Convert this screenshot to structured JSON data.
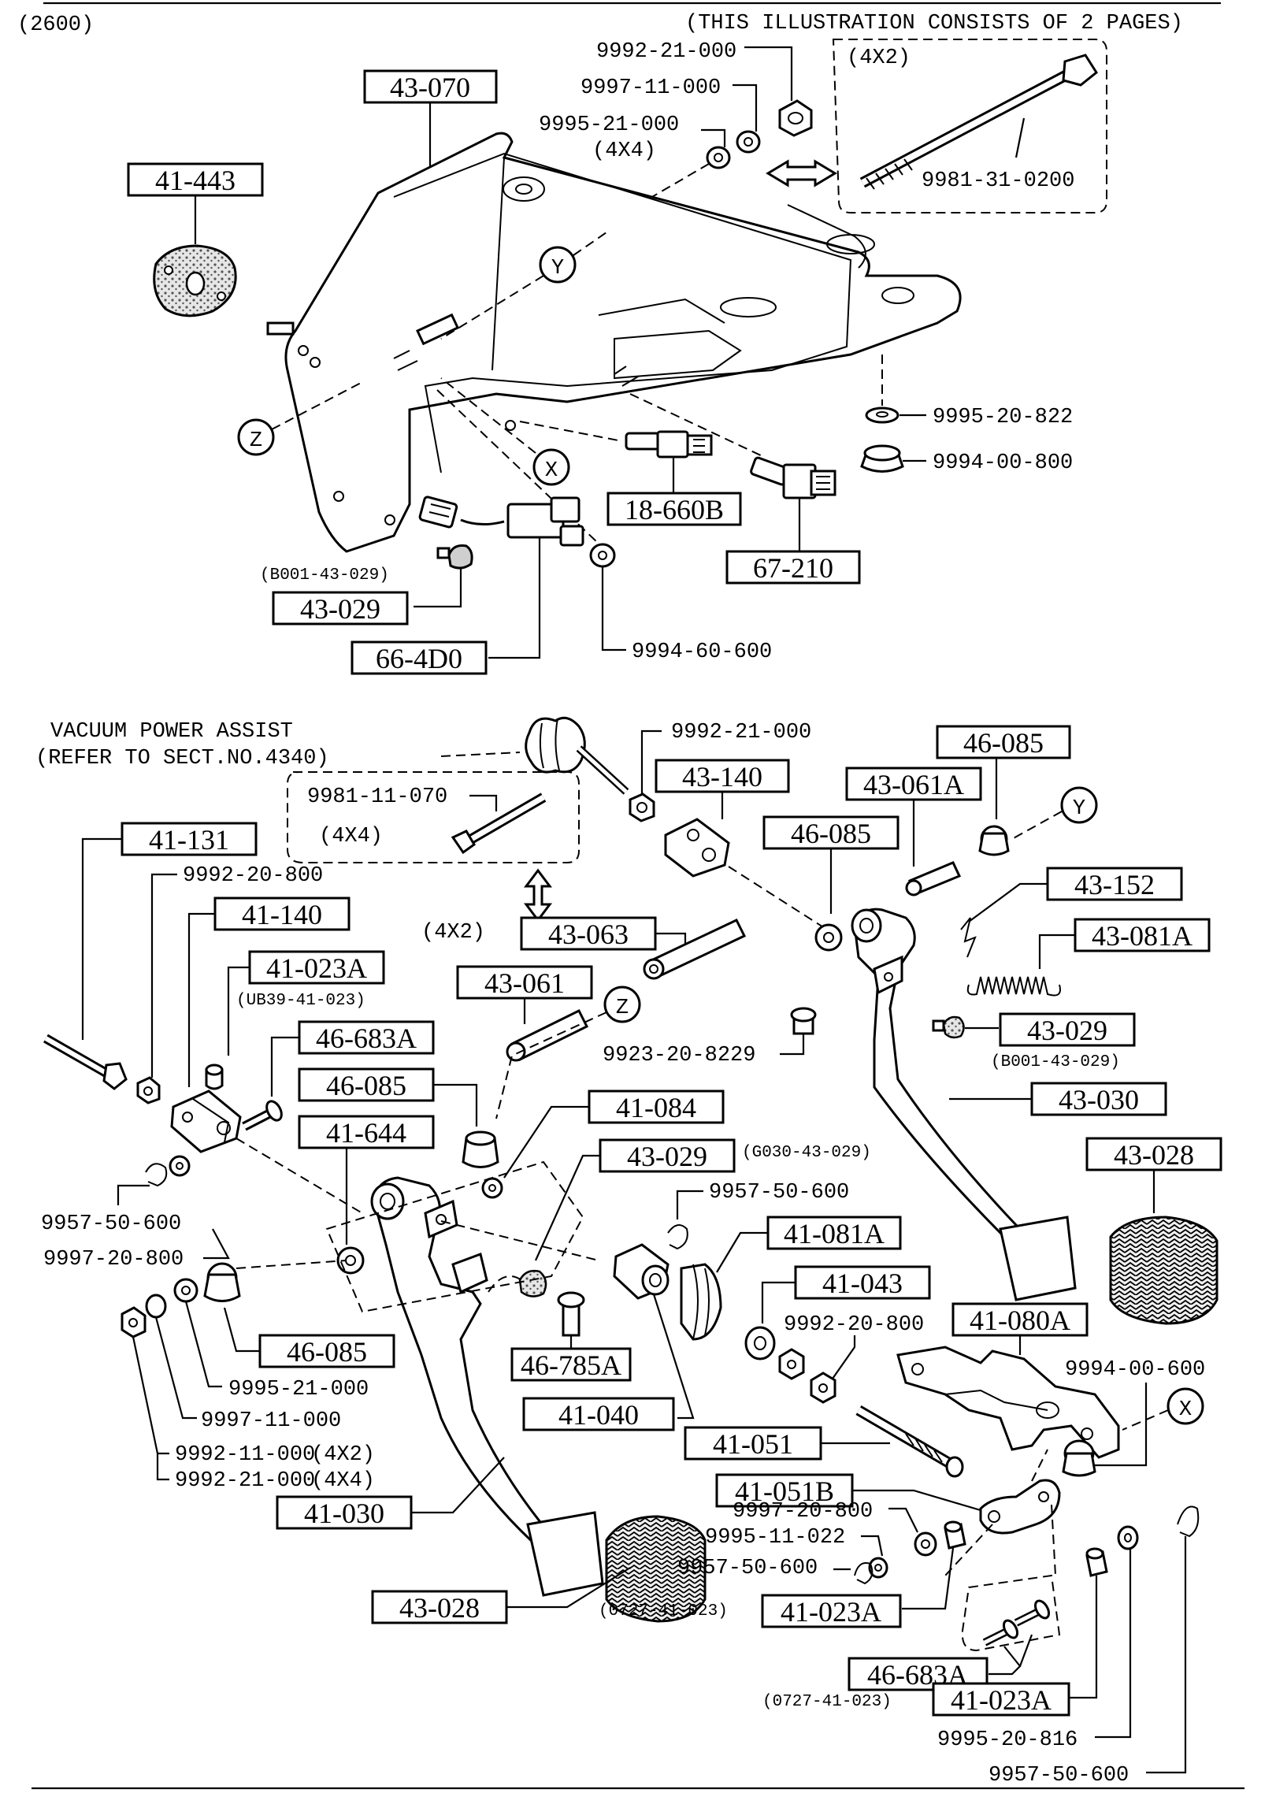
{
  "header": {
    "section_code": "(2600)",
    "note": "(THIS ILLUSTRATION CONSISTS OF  2 PAGES)"
  },
  "callouts": {
    "vacuum_line1": "VACUUM POWER ASSIST",
    "vacuum_line2": "(REFER TO SECT.NO.4340)"
  },
  "qty_notes": {
    "q_4x2_top": "(4X2)",
    "q_4x4_top": "(4X4)",
    "q_4x4_mid": "(4X4)",
    "q_4x2_mid": "(4X2)",
    "q_4x2_small": "(4X2)",
    "q_4x4_small": "(4X4)"
  },
  "ref_letters": {
    "x": "X",
    "y": "Y",
    "z": "Z"
  },
  "boxed_labels": {
    "b43070": "43-070",
    "b41443": "41-443",
    "b18660b": "18-660B",
    "b67210": "67-210",
    "b43029_top": "43-029",
    "b664d0": "66-4D0",
    "b41131": "41-131",
    "b43140": "43-140",
    "b46085_a": "46-085",
    "b43061a": "43-061A",
    "b46085_b": "46-085",
    "b43152": "43-152",
    "b41140": "41-140",
    "b43063": "43-063",
    "b43081a": "43-081A",
    "b41023a_a": "41-023A",
    "b43061": "43-061",
    "b46683a_a": "46-683A",
    "b43029_mid": "43-029",
    "b46085_c": "46-085",
    "b41084": "41-084",
    "b43030": "43-030",
    "b41644": "41-644",
    "b43029_low": "43-029",
    "b43028_a": "43-028",
    "b41081a": "41-081A",
    "b41043": "41-043",
    "b41080a": "41-080A",
    "b46085_d": "46-085",
    "b46785a": "46-785A",
    "b41040": "41-040",
    "b41051": "41-051",
    "b41051b": "41-051B",
    "b41030": "41-030",
    "b41023a_b": "41-023A",
    "b43028_b": "43-028",
    "b46683a_b": "46-683A",
    "b41023a_c": "41-023A"
  },
  "part_numbers": {
    "p9992_21_000_top": "9992-21-000",
    "p9997_11_000_top": "9997-11-000",
    "p9995_21_000_top": "9995-21-000",
    "p9981_31_0200": "9981-31-0200",
    "p9995_20_822": "9995-20-822",
    "p9994_00_800": "9994-00-800",
    "p9994_60_600": "9994-60-600",
    "p9992_21_000_mid": "9992-21-000",
    "p9981_11_070": "9981-11-070",
    "p9992_20_800_a": "9992-20-800",
    "p9923_20_8229": "9923-20-8229",
    "p9957_50_600_a": "9957-50-600",
    "p9957_50_600_b": "9957-50-600",
    "p9997_20_800_a": "9997-20-800",
    "p9992_20_800_b": "9992-20-800",
    "p9994_00_600": "9994-00-600",
    "p9995_21_000_low": "9995-21-000",
    "p9997_11_000_low": "9997-11-000",
    "p9992_11_000": "9992-11-000",
    "p9992_21_000_low": "9992-21-000",
    "p9997_20_800_b": "9997-20-800",
    "p9995_11_022": "9995-11-022",
    "p9957_50_600_c": "9957-50-600",
    "p9995_20_816": "9995-20-816",
    "p9957_50_600_d": "9957-50-600"
  },
  "alt_numbers": {
    "a_b001_top": "(B001-43-029)",
    "a_ub39": "(UB39-41-023)",
    "a_b001_mid": "(B001-43-029)",
    "a_g030": "(G030-43-029)",
    "a_0727_a": "(0727-41-023)",
    "a_0727_b": "(0727-41-023)"
  }
}
